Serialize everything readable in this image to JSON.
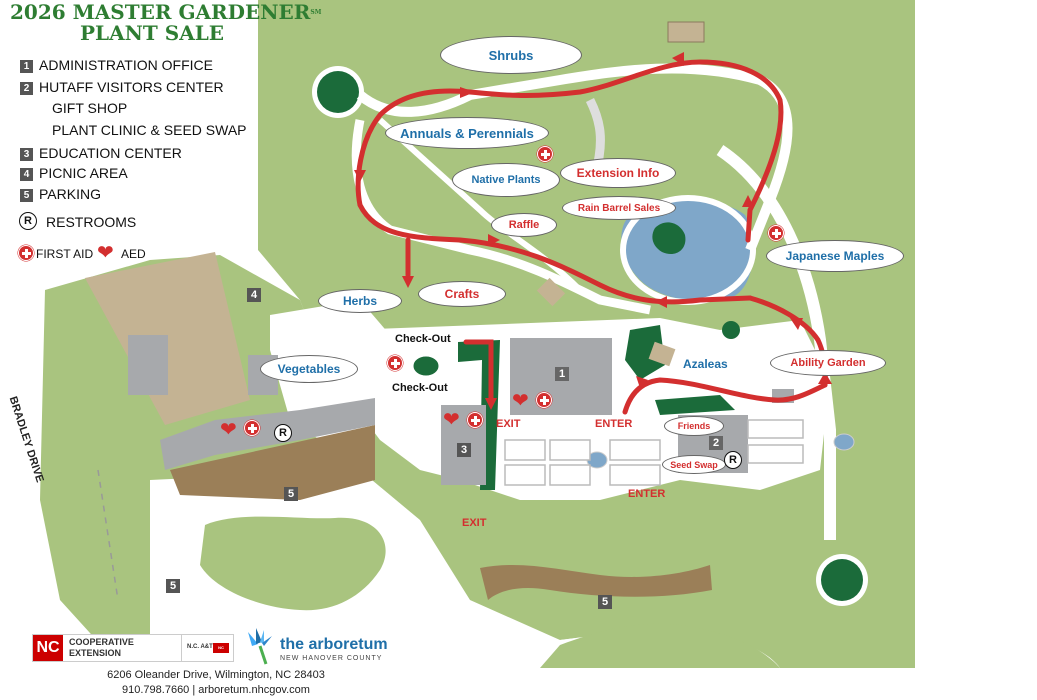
{
  "title": {
    "line1": "2026 MASTER GARDENER",
    "mark": "SM",
    "line2": "PLANT SALE"
  },
  "legend": {
    "items": [
      {
        "num": "1",
        "label": "ADMINISTRATION OFFICE"
      },
      {
        "num": "2",
        "label": "HUTAFF VISITORS CENTER"
      },
      {
        "num": "",
        "label": "GIFT SHOP"
      },
      {
        "num": "",
        "label": "PLANT CLINIC & SEED SWAP"
      },
      {
        "num": "3",
        "label": "EDUCATION CENTER"
      },
      {
        "num": "4",
        "label": "PICNIC AREA"
      },
      {
        "num": "5",
        "label": "PARKING"
      }
    ],
    "restroom_symbol": "R",
    "restrooms_label": "RESTROOMS",
    "first_aid_label": "FIRST AID",
    "aed_label": "AED"
  },
  "street": "BRADLEY DRIVE",
  "areas": {
    "shrubs": "Shrubs",
    "annuals": "Annuals & Perennials",
    "native": "Native Plants",
    "extension": "Extension Info",
    "rain_barrel": "Rain Barrel Sales",
    "raffle": "Raffle",
    "japanese_maples": "Japanese Maples",
    "herbs": "Herbs",
    "crafts": "Crafts",
    "vegetables": "Vegetables",
    "azaleas": "Azaleas",
    "ability_garden": "Ability Garden",
    "friends": "Friends",
    "seed_swap": "Seed Swap"
  },
  "labels": {
    "checkout_top": "Check-Out",
    "checkout_bottom": "Check-Out",
    "exit": "EXIT",
    "enter": "ENTER"
  },
  "building_numbers": {
    "b1": "1",
    "b2": "2",
    "b3": "3",
    "b4": "4",
    "p1": "5",
    "p2": "5",
    "p3": "5"
  },
  "logos": {
    "nc": "NC",
    "coop1": "COOPERATIVE",
    "coop2": "EXTENSION",
    "ncat": "N.C. A&T",
    "ncstate": "NC STATE",
    "arb1": "the arboretum",
    "arb2": "NEW HANOVER COUNTY"
  },
  "footer": {
    "address": "6206 Oleander Drive, Wilmington, NC 28403",
    "contact": "910.798.7660 | arboretum.nhcgov.com"
  },
  "colors": {
    "lawn": "#a9c47f",
    "path": "#ffffff",
    "building": "#a7a9ac",
    "route": "#d32f2f",
    "water": "#7fa7c9",
    "dark_green": "#1b6b3a",
    "title": "#2e7d32"
  }
}
